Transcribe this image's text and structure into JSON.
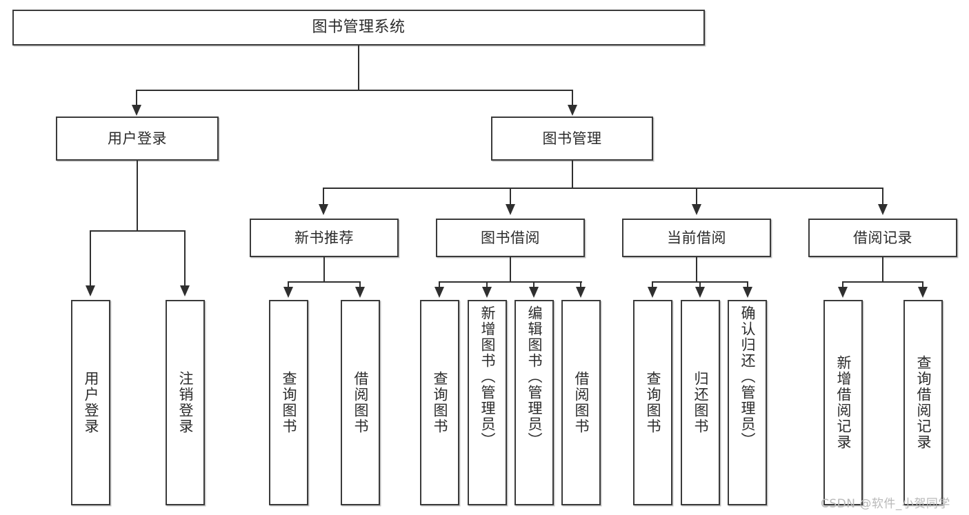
{
  "diagram": {
    "title": "图书管理系统",
    "root": {
      "label": "图书管理系统"
    },
    "level1": [
      {
        "label": "用户登录"
      },
      {
        "label": "图书管理"
      }
    ],
    "level2": [
      {
        "label": "新书推荐"
      },
      {
        "label": "图书借阅"
      },
      {
        "label": "当前借阅"
      },
      {
        "label": "借阅记录"
      }
    ],
    "leaves": {
      "user_login": [
        {
          "label": "用户登录"
        },
        {
          "label": "注销登录"
        }
      ],
      "new_book": [
        {
          "label": "查询图书"
        },
        {
          "label": "借阅图书"
        }
      ],
      "book_borrow": [
        {
          "label": "查询图书"
        },
        {
          "label": "新增图书（管理员）"
        },
        {
          "label": "编辑图书（管理员）"
        },
        {
          "label": "借阅图书"
        }
      ],
      "current_borrow": [
        {
          "label": "查询图书"
        },
        {
          "label": "归还图书"
        },
        {
          "label": "确认归还（管理员）"
        }
      ],
      "borrow_record": [
        {
          "label": "新增借阅记录"
        },
        {
          "label": "查询借阅记录"
        }
      ]
    }
  },
  "watermark": {
    "text": "CSDN @软件_小贺同学"
  },
  "colors": {
    "box_border": "#3a3a3a",
    "line": "#2f2f2f",
    "text": "#2b2b2b",
    "background": "#ffffff",
    "watermark": "#b9b9b9"
  }
}
